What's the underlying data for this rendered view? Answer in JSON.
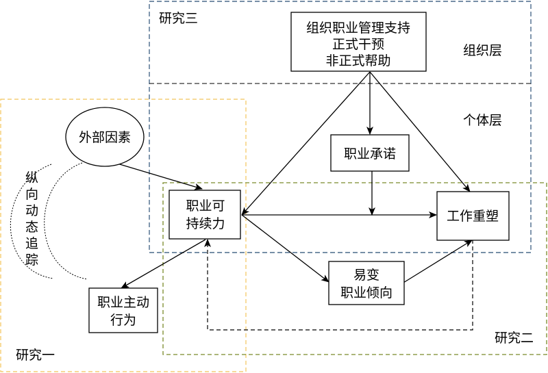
{
  "regions": {
    "study1": {
      "label": "研究一",
      "color": "#f2c45a"
    },
    "study2": {
      "label": "研究二",
      "color": "#7a8a2a"
    },
    "study3": {
      "label": "研究三",
      "color": "#4a6a8a"
    }
  },
  "levels": {
    "org": "组织层",
    "individual": "个体层"
  },
  "nodes": {
    "org_support": {
      "lines": [
        "组织职业管理支持",
        "正式干预",
        "非正式帮助"
      ]
    },
    "external": {
      "label": "外部因素"
    },
    "career_commit": {
      "label": "职业承诺"
    },
    "sustainability": {
      "lines": [
        "职业可",
        "持续力"
      ]
    },
    "job_crafting": {
      "label": "工作重塑"
    },
    "protean": {
      "lines": [
        "易变",
        "职业倾向"
      ]
    },
    "proactive": {
      "lines": [
        "职业主动",
        "行为"
      ]
    }
  },
  "longitudinal": {
    "chars": [
      "纵",
      "向",
      "动",
      "态",
      "追",
      "踪"
    ]
  }
}
